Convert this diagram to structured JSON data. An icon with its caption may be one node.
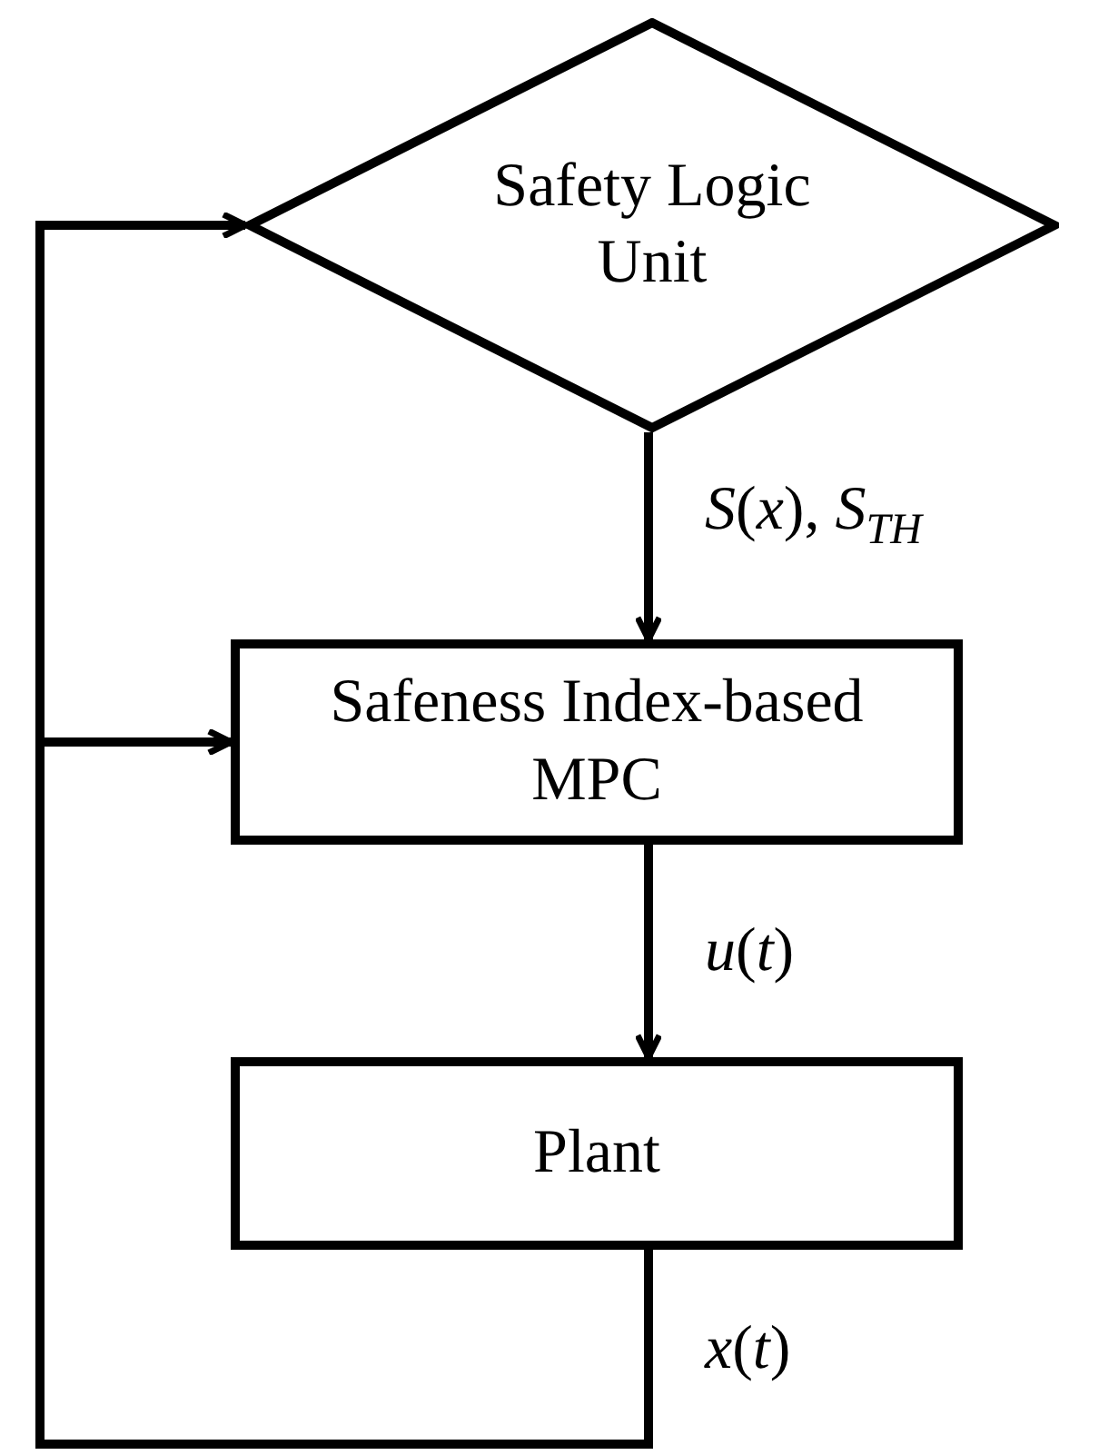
{
  "diagram": {
    "nodes": [
      {
        "text": [
          "Safety Logic Unit"
        ]
      },
      {
        "text": [
          "Safeness Index-based MPC"
        ]
      },
      {
        "text": [
          "Plant"
        ]
      }
    ],
    "edges": [
      {
        "from": 0,
        "to": 1,
        "arrow": "to",
        "label": "*S*(*x*), *S*$_{TH}$"
      },
      {
        "from": 1,
        "to": 2,
        "arrow": "to",
        "label": "*u*(*t*)"
      },
      {
        "from": 2,
        "to": 0,
        "arrow": "to",
        "label": "*x*(*t*)"
      },
      {
        "from": 2,
        "to": 1,
        "arrow": "to"
      }
    ]
  }
}
